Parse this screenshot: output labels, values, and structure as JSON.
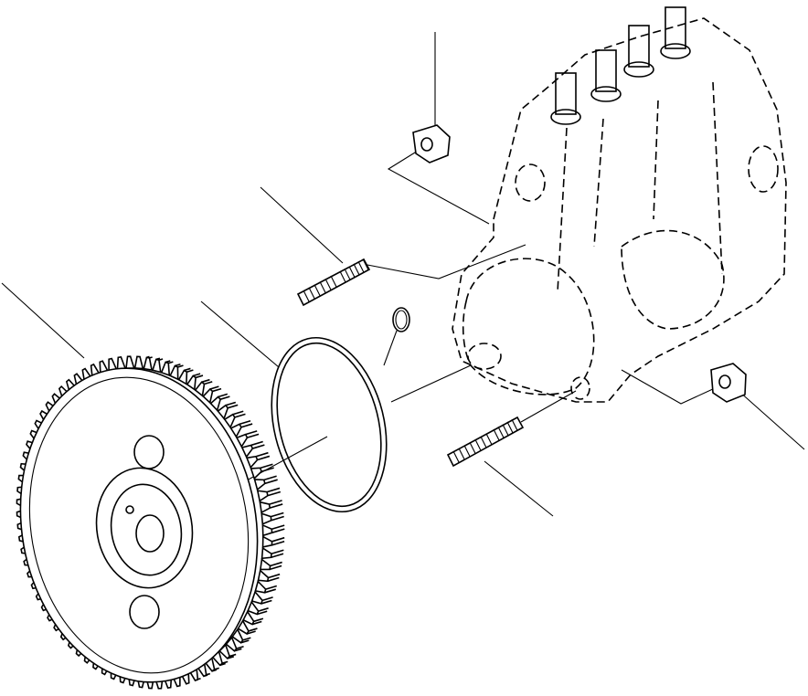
{
  "diagram": {
    "type": "exploded-parts-drawing",
    "line_color": "#000000",
    "background": "#ffffff",
    "parts": [
      {
        "name": "drive-gear"
      },
      {
        "name": "large-o-ring"
      },
      {
        "name": "small-o-ring"
      },
      {
        "name": "upper-stud"
      },
      {
        "name": "lower-stud"
      },
      {
        "name": "upper-nut"
      },
      {
        "name": "lower-nut"
      },
      {
        "name": "injection-pump-body"
      }
    ],
    "gear_tooth_count": 84
  }
}
